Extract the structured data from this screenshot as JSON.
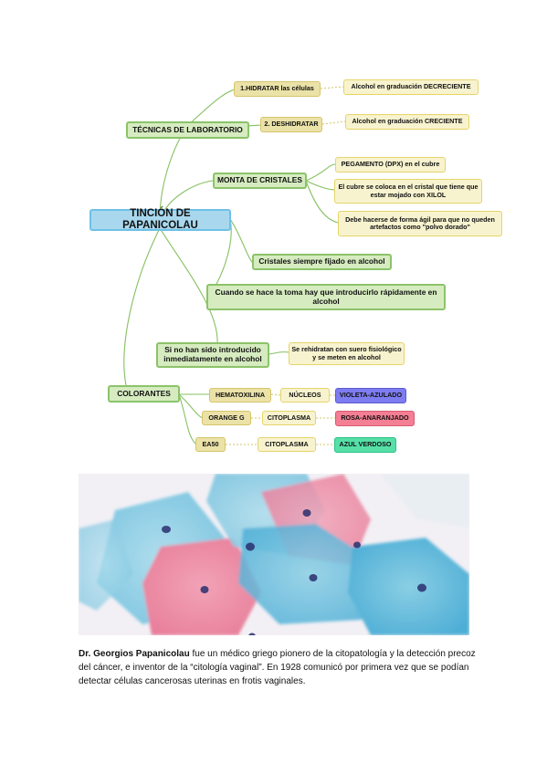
{
  "mindmap": {
    "root": "TINCIÓN DE PAPANICOLAU",
    "tecnicas": {
      "label": "TÉCNICAS DE LABORATORIO",
      "hidratar": "1.HIDRATAR las células",
      "hidratar_note": "Alcohol en graduación DECRECIENTE",
      "deshidratar": "2. DESHIDRATAR",
      "deshidratar_note": "Alcohol en graduación CRECIENTE"
    },
    "montaje": {
      "label": "MONTA DE CRISTALES",
      "pegamento": "PEGAMENTO (DPX) en el cubre",
      "cubre": "El cubre se coloca en el cristal que tiene que estar mojado con XILOL",
      "agil": "Debe hacerse de forma ágil para que no queden artefactos como \"polvo dorado\""
    },
    "fijado": "Cristales siempre fijado en alcohol",
    "toma": "Cuando se hace la toma hay que introducirlo rápidamente en alcohol",
    "no_introducido": "Si no han sido introducido inmediatamente en alcohol",
    "rehidratan": "Se rehidratan con suero fisiológico y se meten en alcohol",
    "colorantes": {
      "label": "COLORANTES",
      "rows": [
        {
          "stain": "HEMATOXILINA",
          "target": "NÚCLEOS",
          "color_label": "VIOLETA-AZULADO",
          "swatch": "#7d7cf0"
        },
        {
          "stain": "ORANGE G",
          "target": "CITOPLASMA",
          "color_label": "ROSA-ANARANJADO",
          "swatch": "#f47e93"
        },
        {
          "stain": "EA50",
          "target": "CITOPLASMA",
          "color_label": "AZUL VERDOSO",
          "swatch": "#56e0a8"
        }
      ]
    }
  },
  "caption": {
    "name": "Dr. Georgios Papanicolau",
    "text": "fue un médico griego pionero de la citopatología y la detección precoz del cáncer, e inventor de la “citología vaginal”. En 1928 comunicó por primera vez que se podían detectar células cancerosas uterinas en frotis vaginales."
  },
  "image": {
    "subject": "micrograph-papanicolaou-stained-cells"
  }
}
